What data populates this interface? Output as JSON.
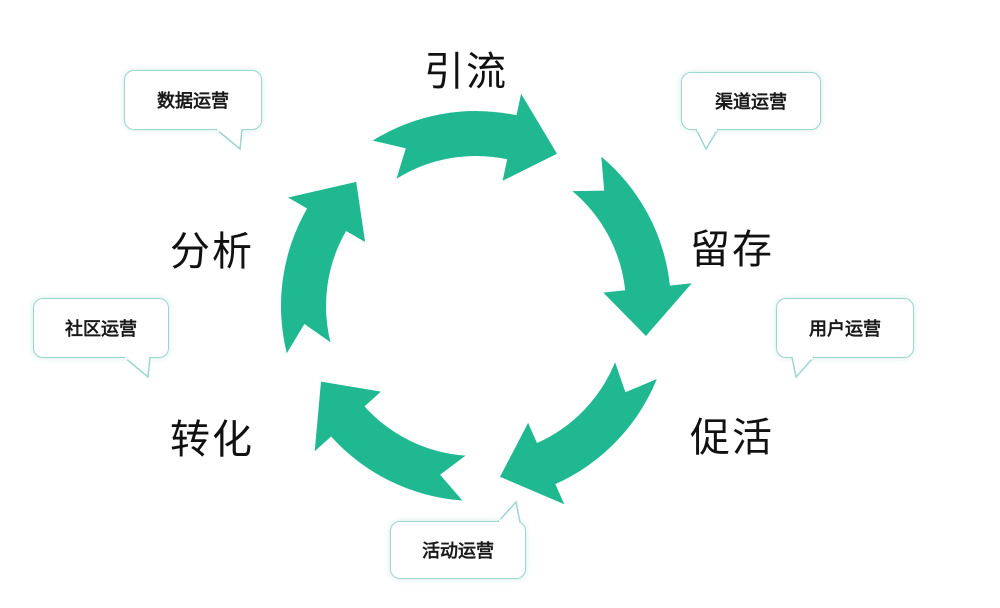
{
  "stages": [
    {
      "id": "yinliu",
      "label": "引流"
    },
    {
      "id": "liucun",
      "label": "留存"
    },
    {
      "id": "cuhuo",
      "label": "促活"
    },
    {
      "id": "zhuanhua",
      "label": "转化"
    },
    {
      "id": "fenxi",
      "label": "分析"
    }
  ],
  "bubbles": [
    {
      "id": "channel",
      "label": "渠道运营"
    },
    {
      "id": "user",
      "label": "用户运营"
    },
    {
      "id": "activity",
      "label": "活动运营"
    },
    {
      "id": "community",
      "label": "社区运营"
    },
    {
      "id": "data",
      "label": "数据运营"
    }
  ],
  "colors": {
    "arrow": "#1fb891",
    "bubble_border": "#9ed6cf",
    "text": "#111111"
  }
}
